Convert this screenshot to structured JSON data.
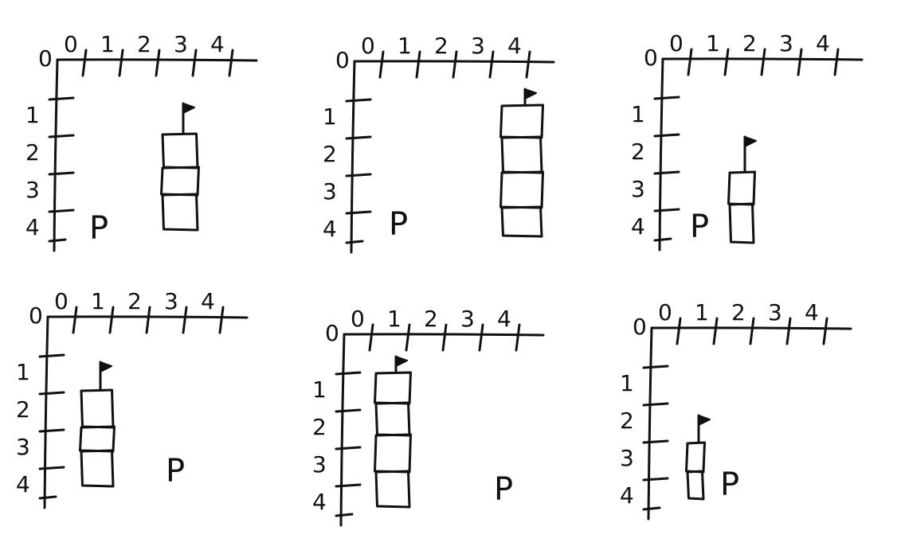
{
  "ink_color": "#111111",
  "background_color": "#ffffff",
  "panels": [
    {
      "x_ticks": [
        "0",
        "1",
        "2",
        "3",
        "4"
      ],
      "y_ticks": [
        "0",
        "1",
        "2",
        "3",
        "4"
      ],
      "marker_label": "P",
      "stack_blocks": 3,
      "stack_has_flag": true
    },
    {
      "x_ticks": [
        "0",
        "1",
        "2",
        "3",
        "4"
      ],
      "y_ticks": [
        "0",
        "1",
        "2",
        "3",
        "4"
      ],
      "marker_label": "P",
      "stack_blocks": 4,
      "stack_has_flag": true
    },
    {
      "x_ticks": [
        "0",
        "1",
        "2",
        "3",
        "4"
      ],
      "y_ticks": [
        "0",
        "1",
        "2",
        "3",
        "4"
      ],
      "marker_label": "P",
      "stack_blocks": 2,
      "stack_has_flag": true
    },
    {
      "x_ticks": [
        "0",
        "1",
        "2",
        "3",
        "4"
      ],
      "y_ticks": [
        "0",
        "1",
        "2",
        "3",
        "4"
      ],
      "marker_label": "P",
      "stack_blocks": 3,
      "stack_has_flag": true
    },
    {
      "x_ticks": [
        "0",
        "1",
        "2",
        "3",
        "4"
      ],
      "y_ticks": [
        "0",
        "1",
        "2",
        "3",
        "4"
      ],
      "marker_label": "P",
      "stack_blocks": 4,
      "stack_has_flag": true
    },
    {
      "x_ticks": [
        "0",
        "1",
        "2",
        "3",
        "4"
      ],
      "y_ticks": [
        "0",
        "1",
        "2",
        "3",
        "4"
      ],
      "marker_label": "P",
      "stack_blocks": 2,
      "stack_has_flag": true
    }
  ]
}
